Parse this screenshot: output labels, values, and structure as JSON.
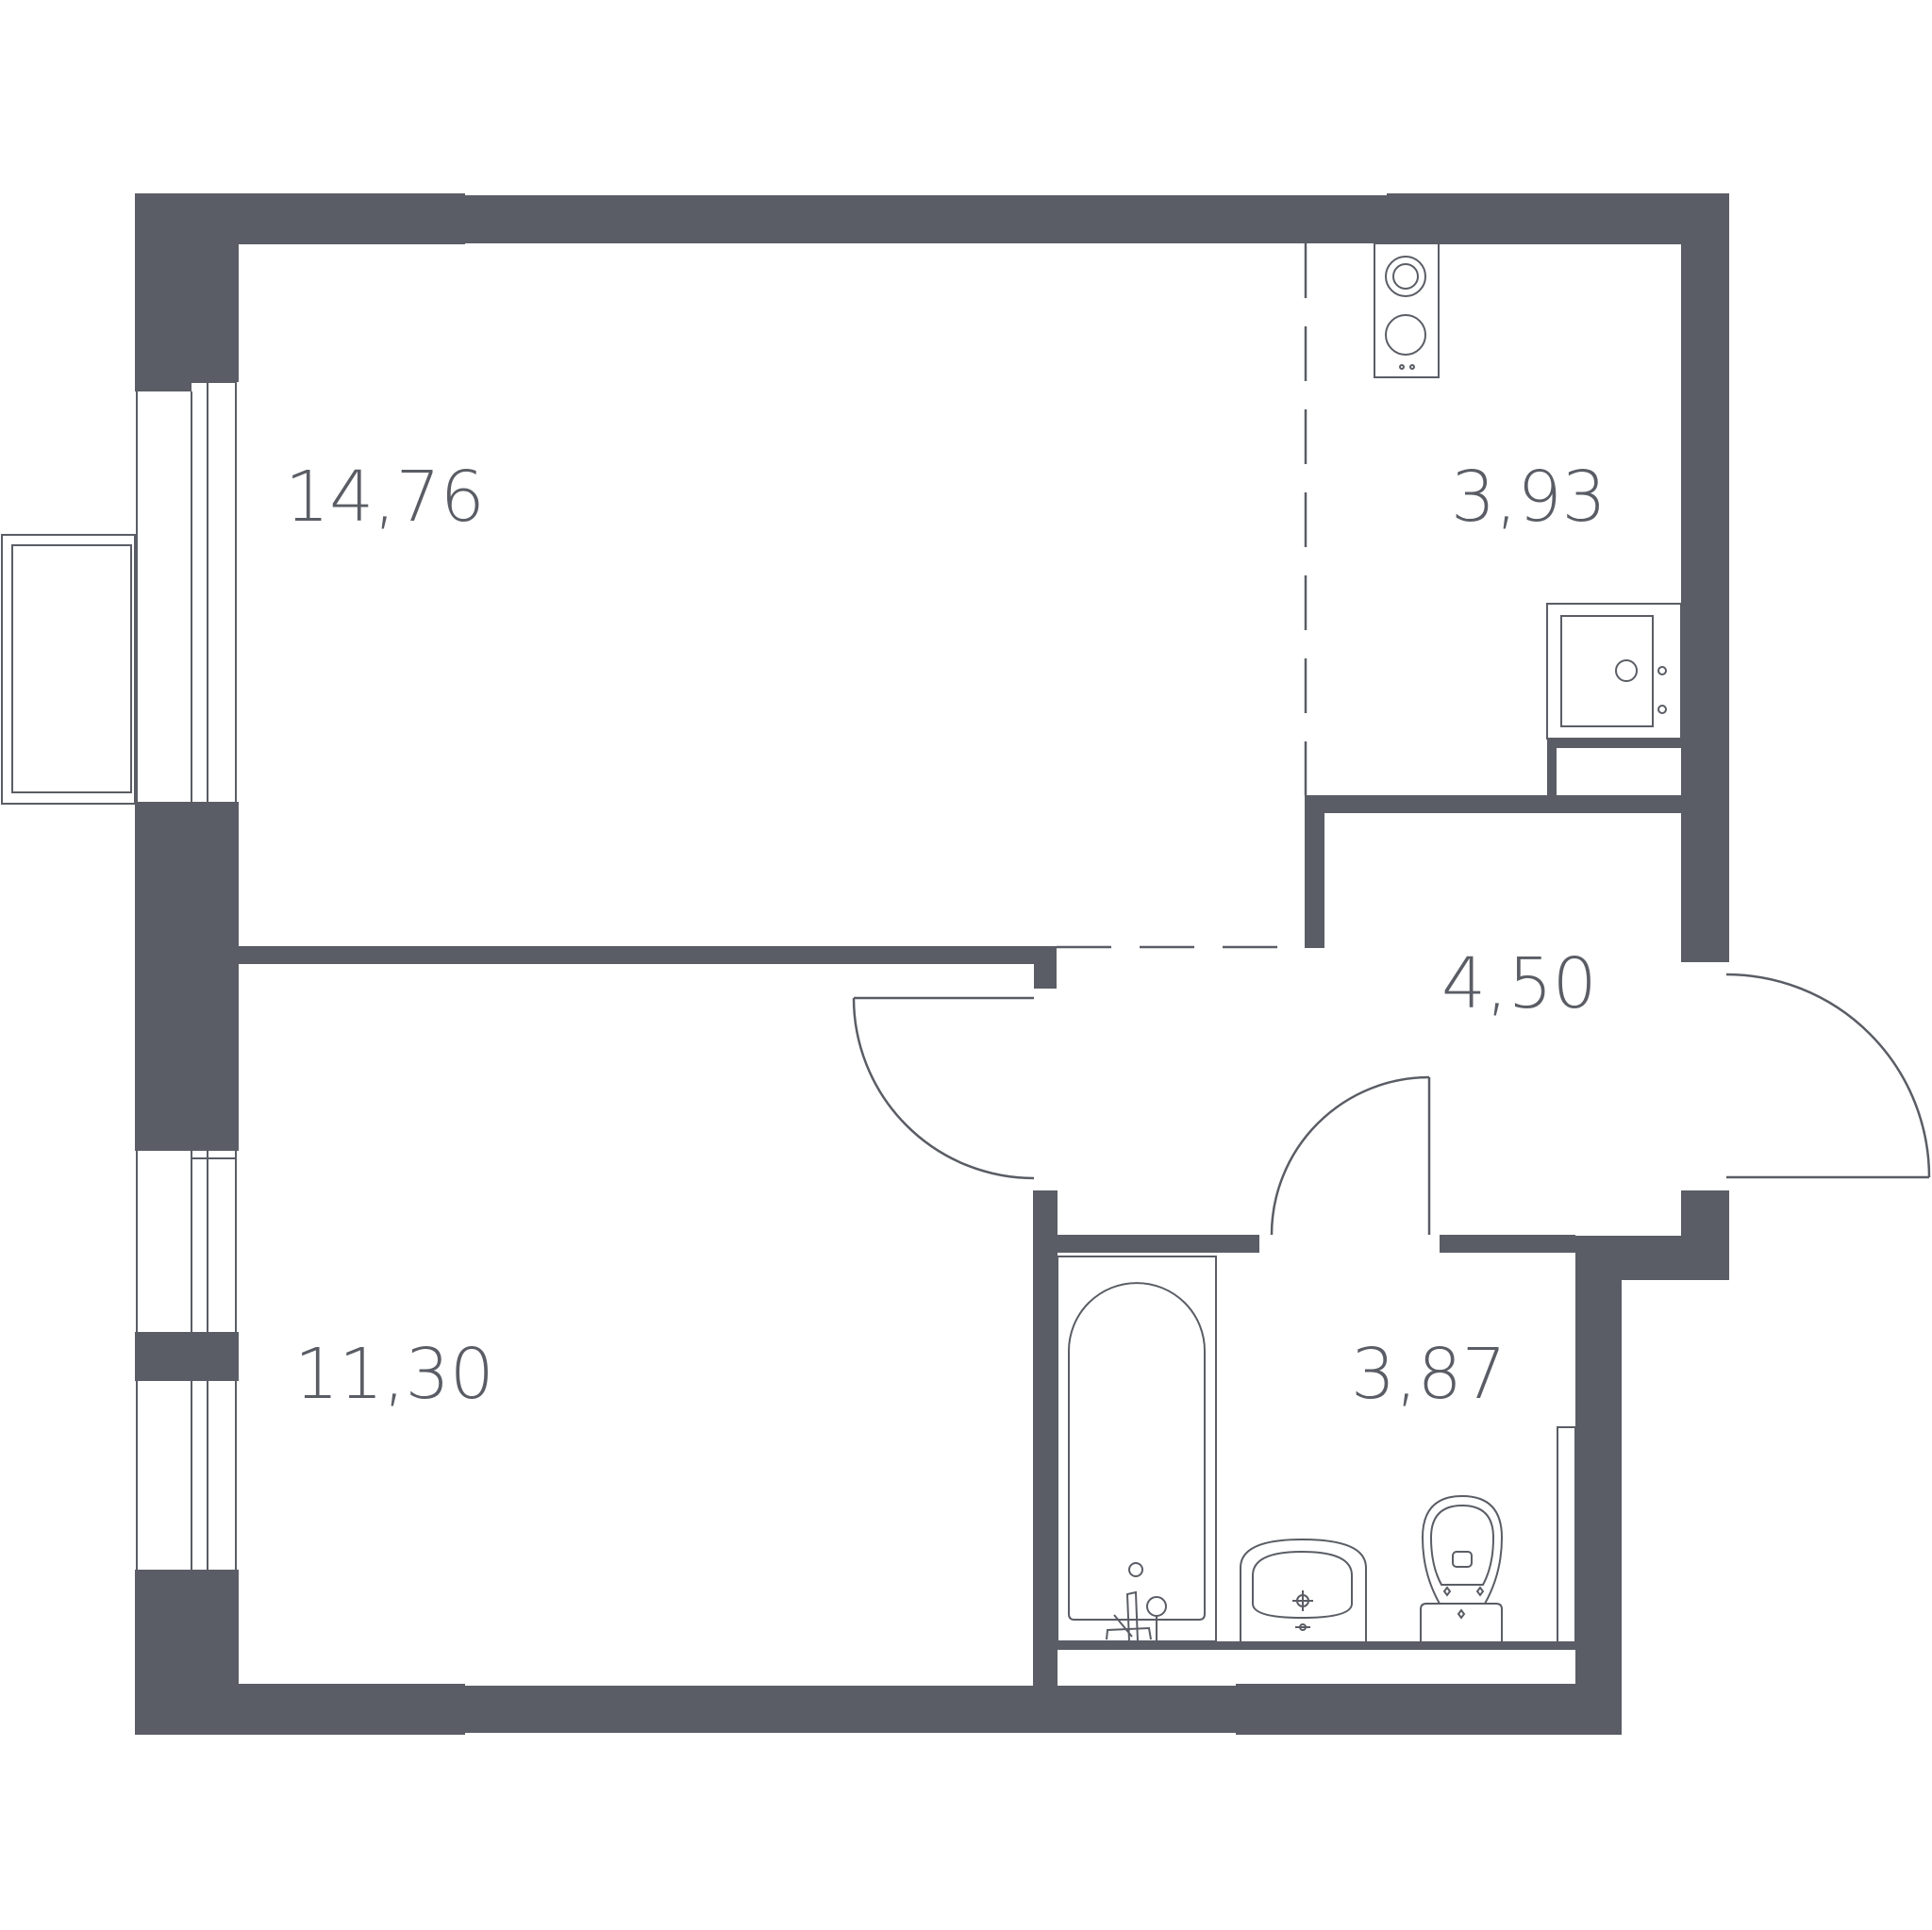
{
  "colors": {
    "wall": "#5a5d65",
    "line": "#5a5d65",
    "background": "#ffffff"
  },
  "rooms": [
    {
      "id": "living-room",
      "area": "14,76"
    },
    {
      "id": "kitchen",
      "area": "3,93"
    },
    {
      "id": "hallway",
      "area": "4,50"
    },
    {
      "id": "bedroom",
      "area": "11,30"
    },
    {
      "id": "bathroom",
      "area": "3,87"
    }
  ],
  "fixtures": [
    "stove-icon",
    "sink-icon",
    "bathtub-icon",
    "washbasin-icon",
    "toilet-icon"
  ]
}
